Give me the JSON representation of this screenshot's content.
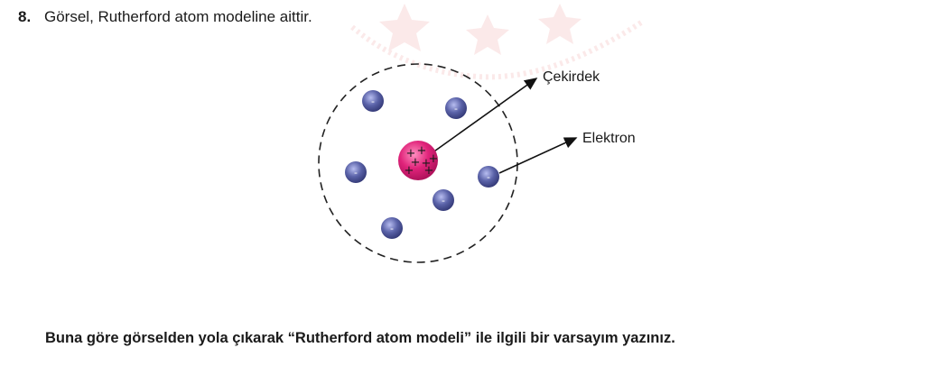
{
  "question": {
    "number": "8.",
    "text": "Görsel, Rutherford atom modeline aittir."
  },
  "diagram": {
    "labels": {
      "nucleus": "Çekirdek",
      "electron": "Elektron"
    },
    "nucleus_charge_symbol": "+",
    "electron_charge_symbol": "-",
    "colors": {
      "nucleus": "#e0237a",
      "electron": "#5a62a8",
      "orbit": "#222222"
    }
  },
  "prompt": {
    "text": "Buna göre görselden yola çıkarak “Rutherford atom modeli” ile ilgili bir varsayım yazınız."
  }
}
